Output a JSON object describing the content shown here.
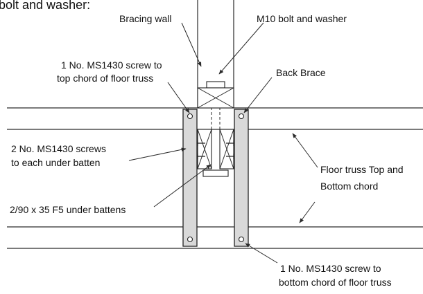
{
  "title_fragment": "bolt and washer:",
  "labels": {
    "bracing_wall": "Bracing wall",
    "m10_bolt": "M10 bolt and washer",
    "screw_top_line1": "1 No. MS1430 screw to",
    "screw_top_line2": "top chord of floor truss",
    "back_brace": "Back Brace",
    "screws_batten_line1": "2 No. MS1430 screws",
    "screws_batten_line2": "to each under batten",
    "floor_truss_line1": "Floor truss Top and",
    "floor_truss_line2": "Bottom chord",
    "under_battens": "2/90 x 35 F5 under battens",
    "screw_bottom_line1": "1 No. MS1430 screw to",
    "screw_bottom_line2": "bottom chord of floor truss"
  }
}
